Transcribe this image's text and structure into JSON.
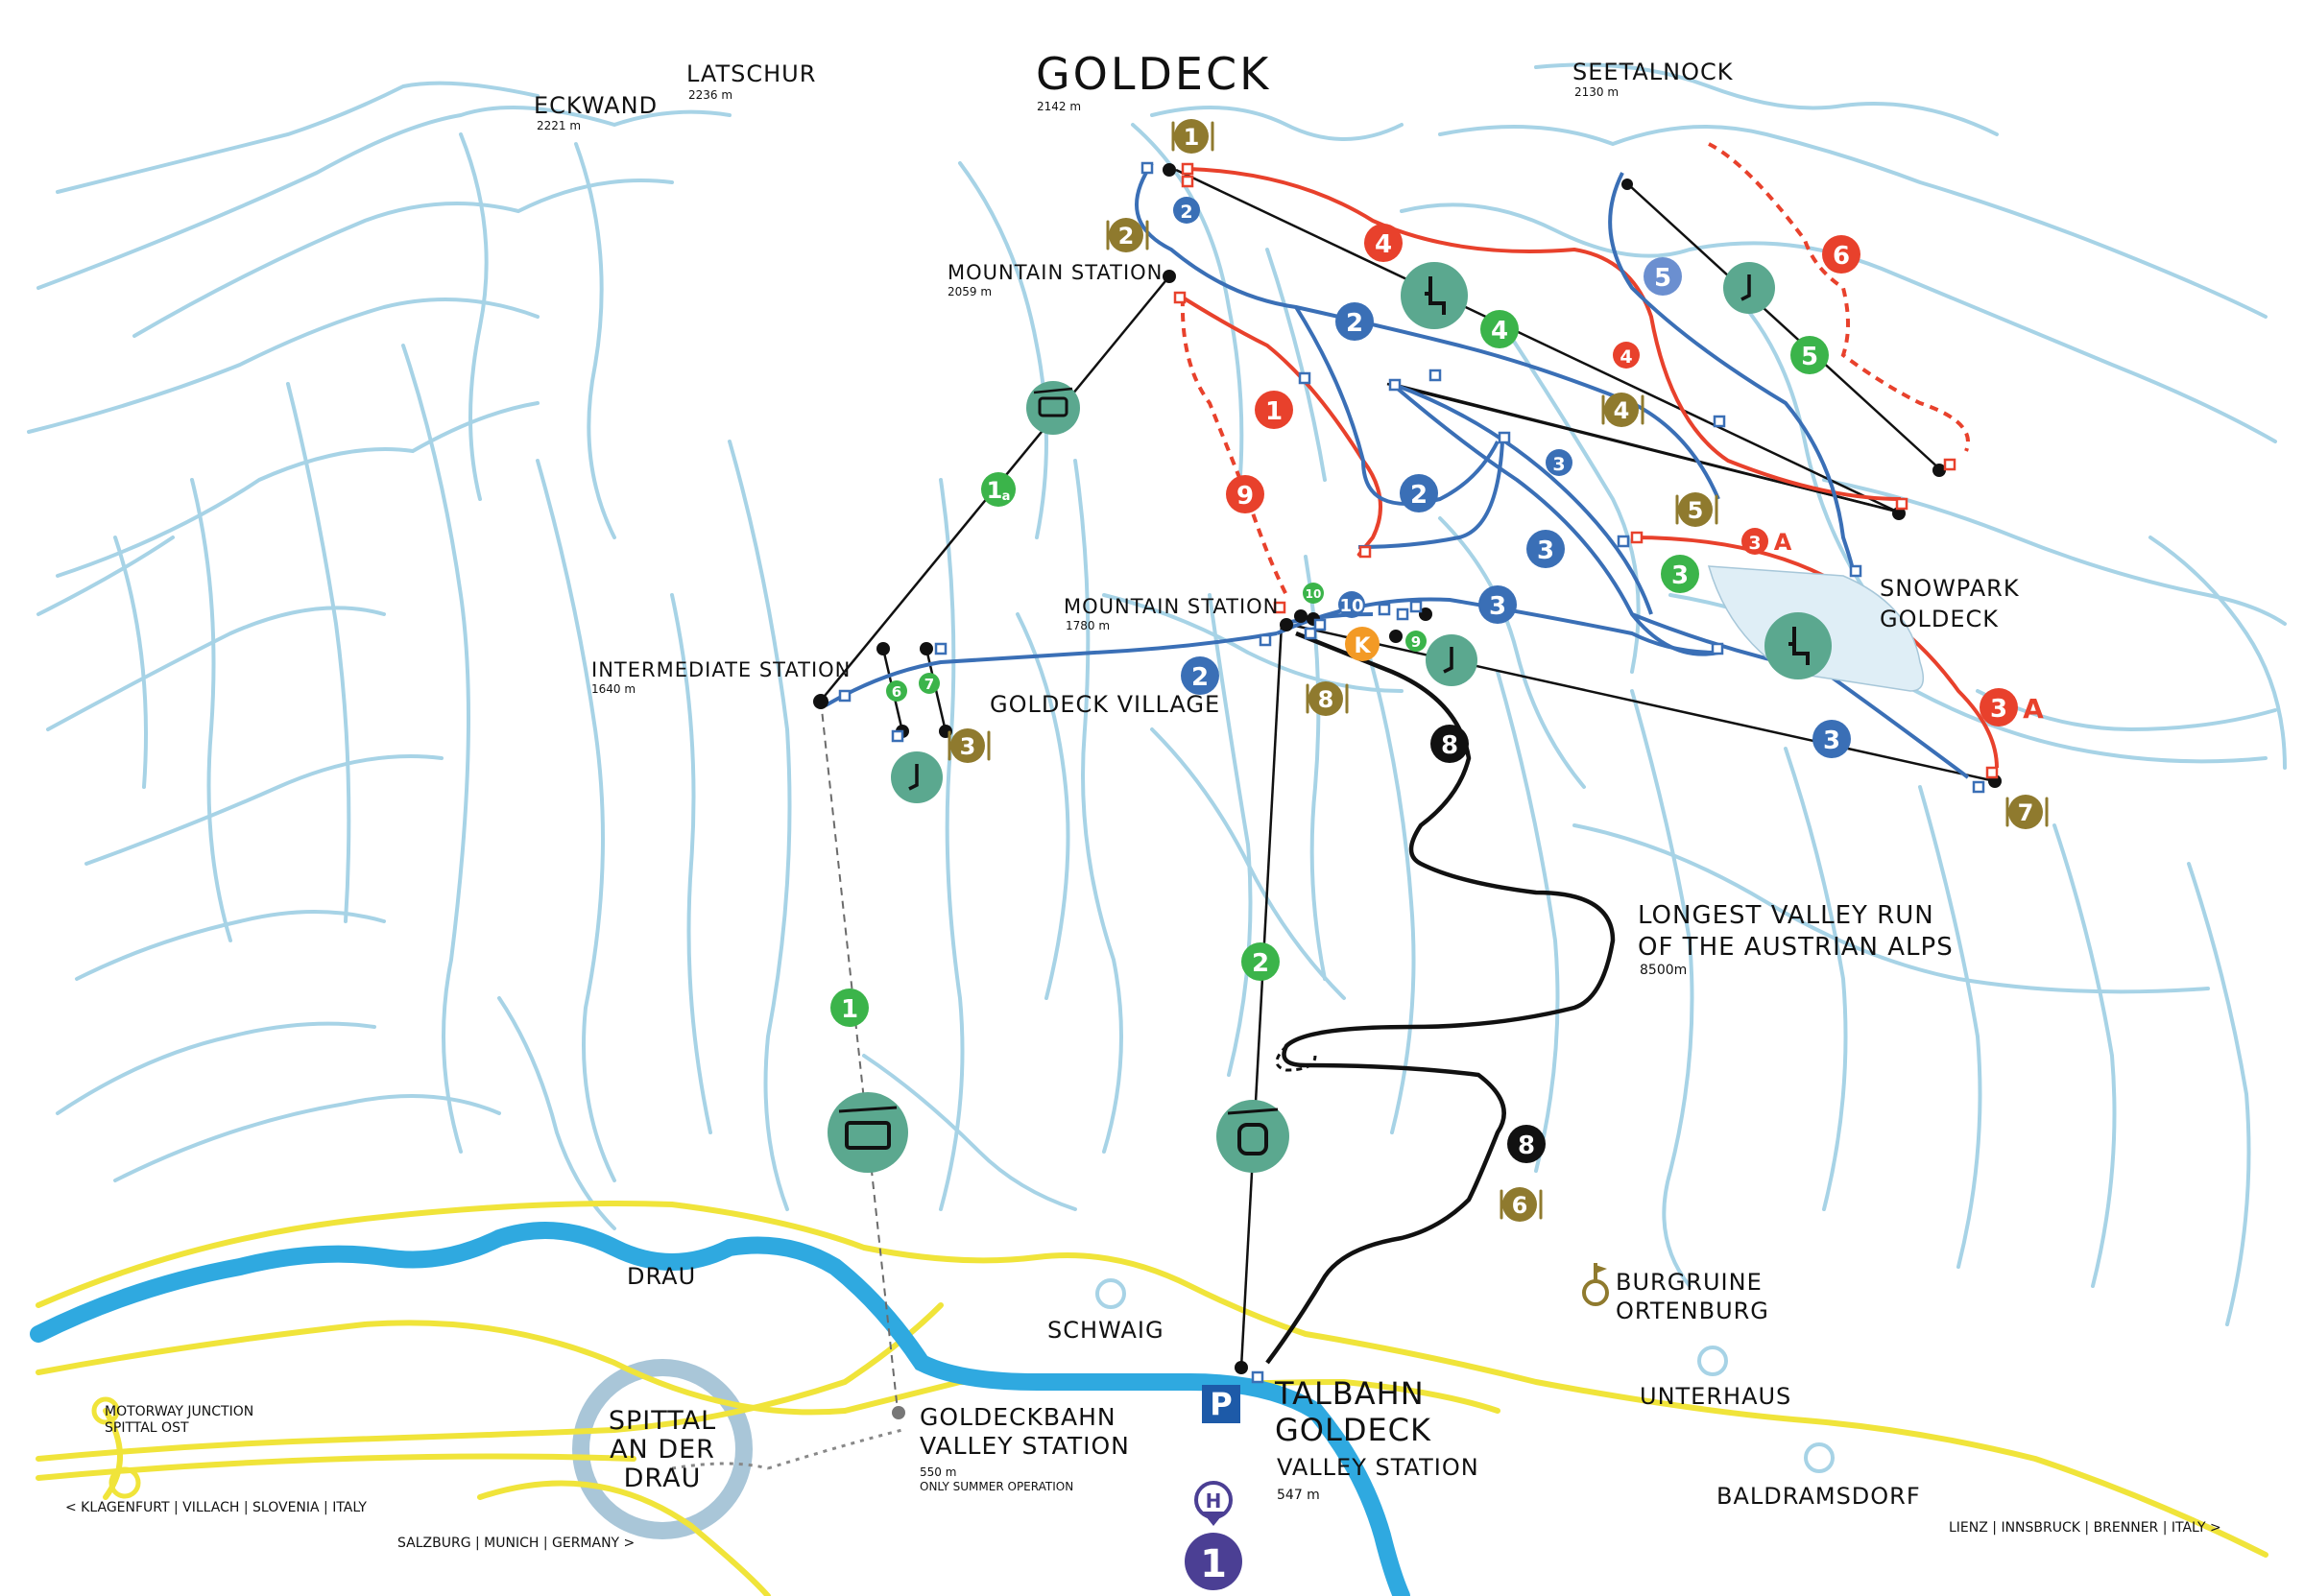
{
  "peaks": {
    "goldeck": {
      "name": "GOLDECK",
      "alt": "2142 m"
    },
    "latschur": {
      "name": "LATSCHUR",
      "alt": "2236 m"
    },
    "eckwand": {
      "name": "ECKWAND",
      "alt": "2221 m"
    },
    "seetalnock": {
      "name": "SEETALNOCK",
      "alt": "2130 m"
    }
  },
  "stations": {
    "mountain_top": {
      "name": "MOUNTAIN STATION",
      "alt": "2059 m"
    },
    "mountain_mid": {
      "name": "MOUNTAIN STATION",
      "alt": "1780 m"
    },
    "intermediate": {
      "name": "INTERMEDIATE STATION",
      "alt": "1640 m"
    },
    "goldeckbahn": {
      "line1": "GOLDECKBAHN",
      "line2": "VALLEY STATION",
      "alt": "550 m",
      "note": "ONLY SUMMER OPERATION"
    },
    "talbahn": {
      "line1": "TALBAHN",
      "line2": "GOLDECK",
      "line3": "VALLEY STATION",
      "alt": "547 m"
    }
  },
  "places": {
    "village": "GOLDECK VILLAGE",
    "snowpark": {
      "line1": "SNOWPARK",
      "line2": "GOLDECK"
    },
    "valley_run": {
      "line1": "LONGEST VALLEY RUN",
      "line2": "OF THE AUSTRIAN ALPS",
      "length": "8500m"
    },
    "drau": "DRAU",
    "schwaig": "SCHWAIG",
    "burgruine": {
      "line1": "BURGRUINE",
      "line2": "ORTENBURG"
    },
    "unterhaus": "UNTERHAUS",
    "baldramsdorf": "BALDRAMSDORF",
    "spittal": {
      "line1": "SPITTAL",
      "line2": "AN DER",
      "line3": "DRAU"
    },
    "motorway": {
      "line1": "MOTORWAY JUNCTION",
      "line2": "SPITTAL OST"
    },
    "dir_klagenfurt": "< KLAGENFURT | VILLACH | SLOVENIA | ITALY",
    "dir_salzburg": "SALZBURG | MUNICH | GERMANY >",
    "dir_lienz": "LIENZ | INNSBRUCK | BRENNER | ITALY >"
  },
  "markers": {
    "slopes": [
      {
        "label": "1",
        "color": "#e8412c"
      },
      {
        "label": "2",
        "color": "#3a6fb6"
      },
      {
        "label": "3",
        "color": "#3a6fb6"
      },
      {
        "label": "4",
        "color": "#e8412c"
      },
      {
        "label": "5",
        "color": "#3a6fb6"
      },
      {
        "label": "6",
        "color": "#e8412c"
      },
      {
        "label": "8",
        "color": "#111111"
      },
      {
        "label": "9",
        "color": "#e8412c"
      },
      {
        "label": "10",
        "color": "#3a6fb6"
      },
      {
        "label": "3",
        "suffix": "A",
        "color": "#e8412c"
      }
    ],
    "lifts": [
      {
        "label": "1"
      },
      {
        "label": "1",
        "suffix": "a"
      },
      {
        "label": "2"
      },
      {
        "label": "3"
      },
      {
        "label": "4"
      },
      {
        "label": "5"
      },
      {
        "label": "6"
      },
      {
        "label": "7"
      },
      {
        "label": "9"
      },
      {
        "label": "10"
      }
    ],
    "restaurants": [
      "1",
      "2",
      "3",
      "4",
      "5",
      "6",
      "7",
      "8"
    ],
    "kids": "K",
    "parking": "P",
    "bus": {
      "symbol": "H",
      "line": "1"
    }
  },
  "colors": {
    "terrain": "#a7d3e6",
    "river": "#2fa9e0",
    "road": "#f0e43a",
    "red_slope": "#e8412c",
    "blue_slope": "#3a6fb6",
    "green_lift": "#3bb44a",
    "lift_icon": "#5ba88f",
    "restaurant": "#8f7a2e",
    "kids": "#f39a25",
    "bus": "#4b3f94",
    "parking": "#1d5aa8"
  }
}
